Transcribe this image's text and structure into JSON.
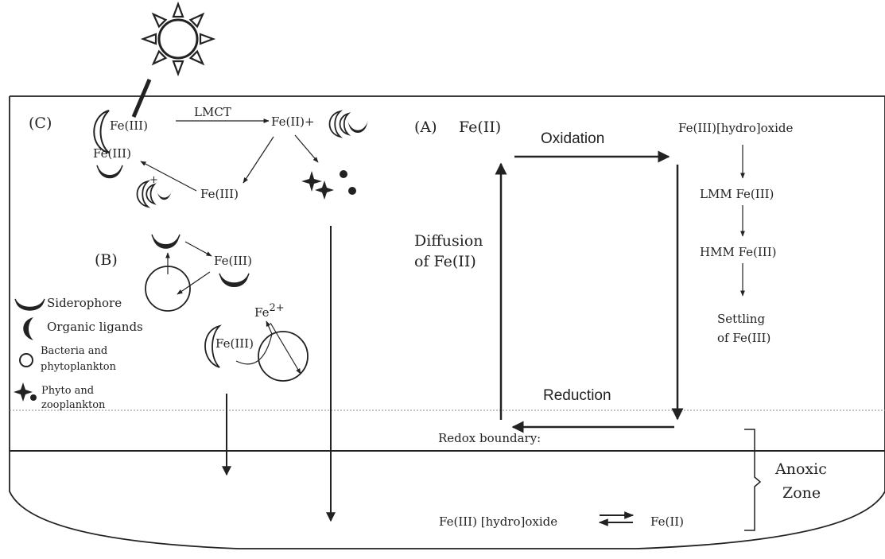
{
  "colors": {
    "stroke": "#222222",
    "background": "#ffffff",
    "boundary": "#888888"
  },
  "icons": [
    "sun-icon",
    "siderophore-icon",
    "organic-ligand-icon",
    "cell-icon",
    "plankton-icon"
  ],
  "panel_c": {
    "label": "(C)",
    "fe3_a": "Fe(III)",
    "lmct": "LMCT",
    "fe2_plus": "Fe(II)+",
    "fe3_b": "Fe(III)",
    "fe3_c": "Fe(III)",
    "plus": "+"
  },
  "panel_b": {
    "label": "(B)",
    "fe3_a": "Fe(III)",
    "fe2_plus_base": "Fe",
    "fe2_plus_sup": "2+",
    "fe3_b": "Fe(III)"
  },
  "legend": {
    "siderophore": "Siderophore",
    "organic_ligands": "Organic ligands",
    "bacteria_line1": "Bacteria and",
    "bacteria_line2": "phytoplankton",
    "plankton_line1": "Phyto and",
    "plankton_line2": "zooplankton"
  },
  "panel_a": {
    "label": "(A)",
    "fe2": "Fe(II)",
    "oxidation": "Oxidation",
    "hydroxide": "Fe(III)[hydro]oxide",
    "lmm": "LMM Fe(III)",
    "hmm": "HMM Fe(III)",
    "settling_line1": "Settling",
    "settling_line2": "of Fe(III)",
    "diffusion_line1": "Diffusion",
    "diffusion_line2": "of Fe(II)",
    "reduction": "Reduction",
    "redox_boundary": "Redox boundary:"
  },
  "anoxic": {
    "hydroxide": "Fe(III) [hydro]oxide",
    "fe2": "Fe(II)",
    "zone_line1": "Anoxic",
    "zone_line2": "Zone"
  }
}
